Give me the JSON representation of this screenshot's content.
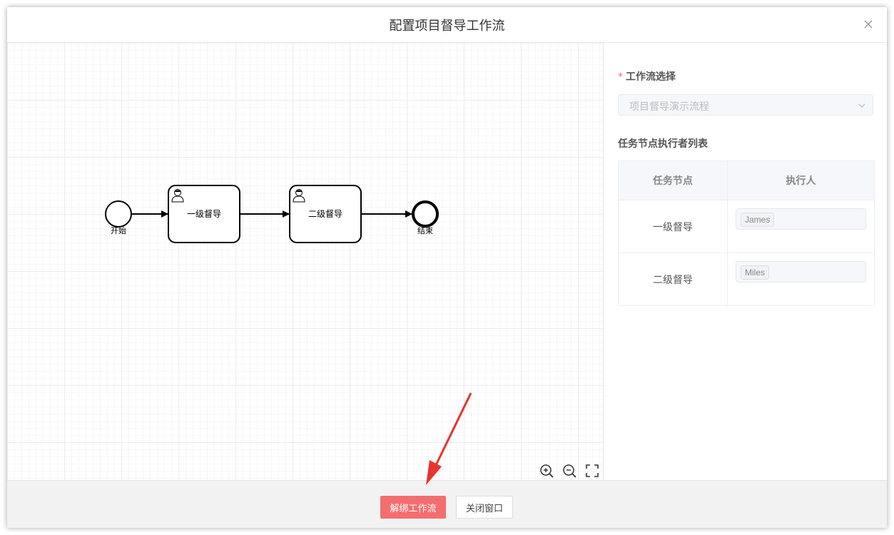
{
  "dialog": {
    "title": "配置项目督导工作流",
    "close_icon": "close-icon"
  },
  "flow": {
    "start_label": "开始",
    "end_label": "结束",
    "tasks": [
      {
        "label": "一级督导",
        "icon": "user-icon"
      },
      {
        "label": "二级督导",
        "icon": "user-icon"
      }
    ],
    "tools": [
      "zoom-in-icon",
      "zoom-out-icon",
      "fit-screen-icon"
    ]
  },
  "panel": {
    "workflow_label": "工作流选择",
    "required_mark": "*",
    "workflow_value": "项目督导演示流程",
    "section_title": "任务节点执行者列表",
    "table": {
      "headers": [
        "任务节点",
        "执行人"
      ],
      "rows": [
        {
          "node": "一级督导",
          "executor": "James"
        },
        {
          "node": "二级督导",
          "executor": "Miles"
        }
      ]
    }
  },
  "footer": {
    "unbind_label": "解绑工作流",
    "close_label": "关闭窗口"
  },
  "colors": {
    "danger": "#f46e6e",
    "required": "#f56c6c",
    "annotation": "#e8342d"
  }
}
